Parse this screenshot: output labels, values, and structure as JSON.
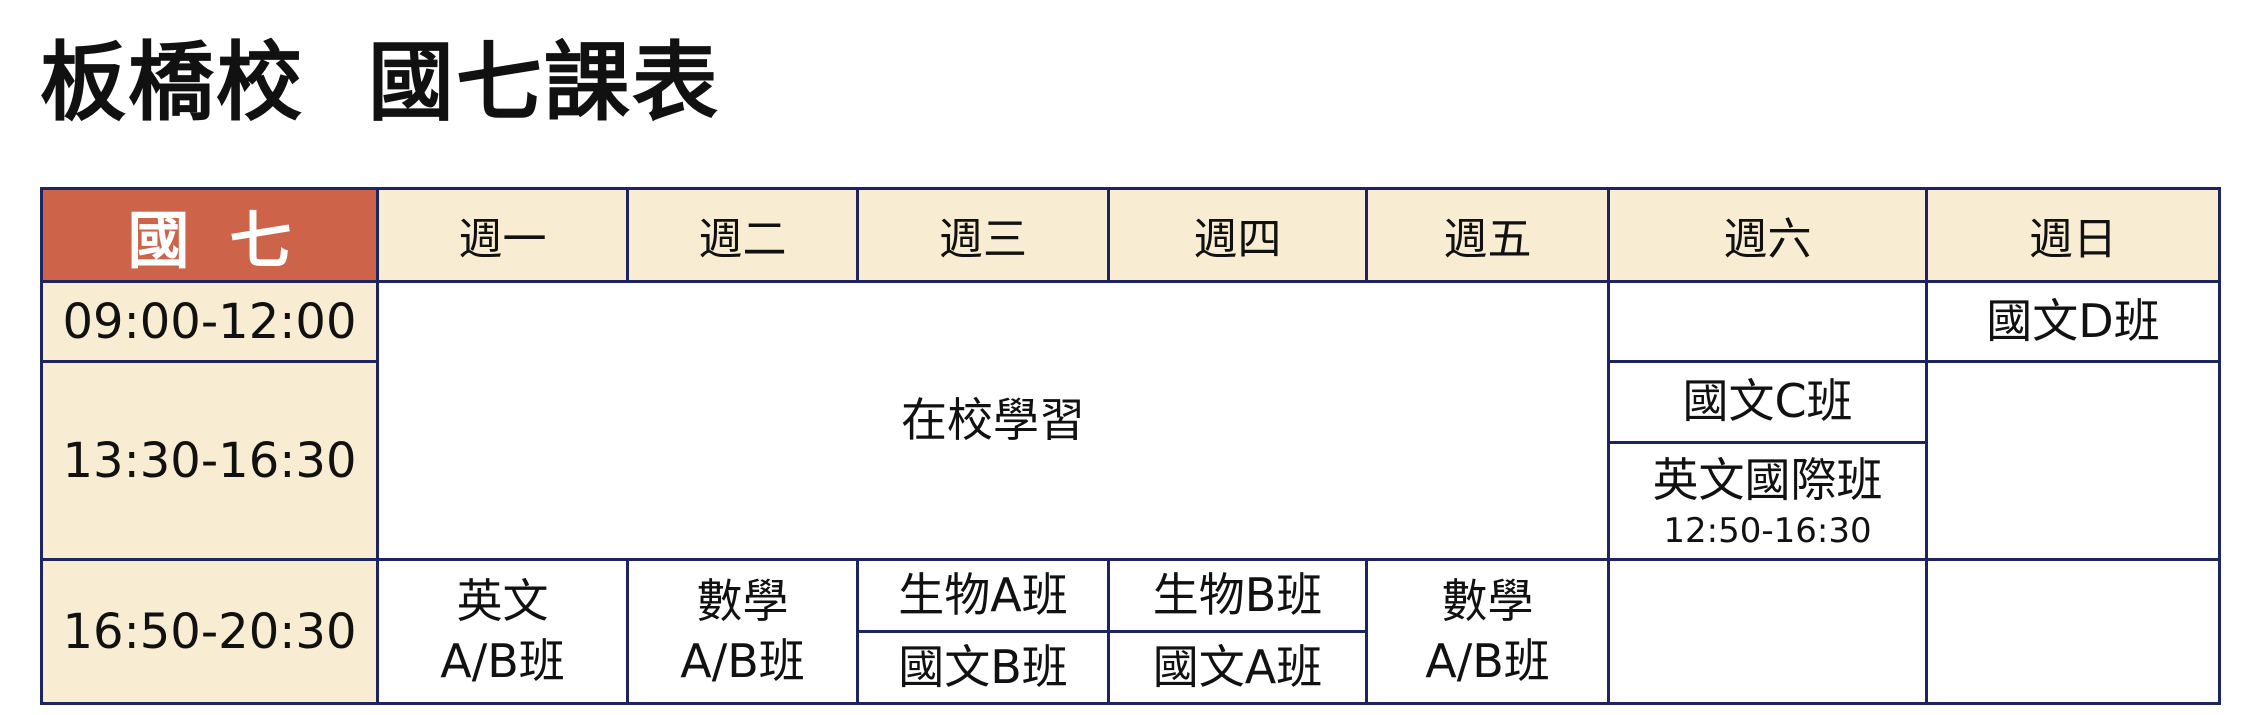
{
  "page": {
    "title": "板橋校  國七課表"
  },
  "schedule": {
    "corner_label": "國七",
    "days": [
      "週一",
      "週二",
      "週三",
      "週四",
      "週五",
      "週六",
      "週日"
    ],
    "times": [
      "09:00-12:00",
      "13:30-16:30",
      "16:50-20:30"
    ],
    "weekday_day_block": "在校學習",
    "sat_afternoon_1": "國文C班",
    "sat_afternoon_2": "英文國際班",
    "sat_afternoon_2_time": "12:50-16:30",
    "sun_morning": "國文D班",
    "evening": {
      "mon_line1": "英文",
      "mon_line2": "A/B班",
      "tue_line1": "數學",
      "tue_line2": "A/B班",
      "wed_top": "生物A班",
      "wed_bottom": "國文B班",
      "thu_top": "生物B班",
      "thu_bottom": "國文A班",
      "fri_line1": "數學",
      "fri_line2": "A/B班"
    }
  },
  "colors": {
    "corner_bg": "#cd644a",
    "header_bg": "#f8ecd3",
    "border": "#1e2460"
  }
}
